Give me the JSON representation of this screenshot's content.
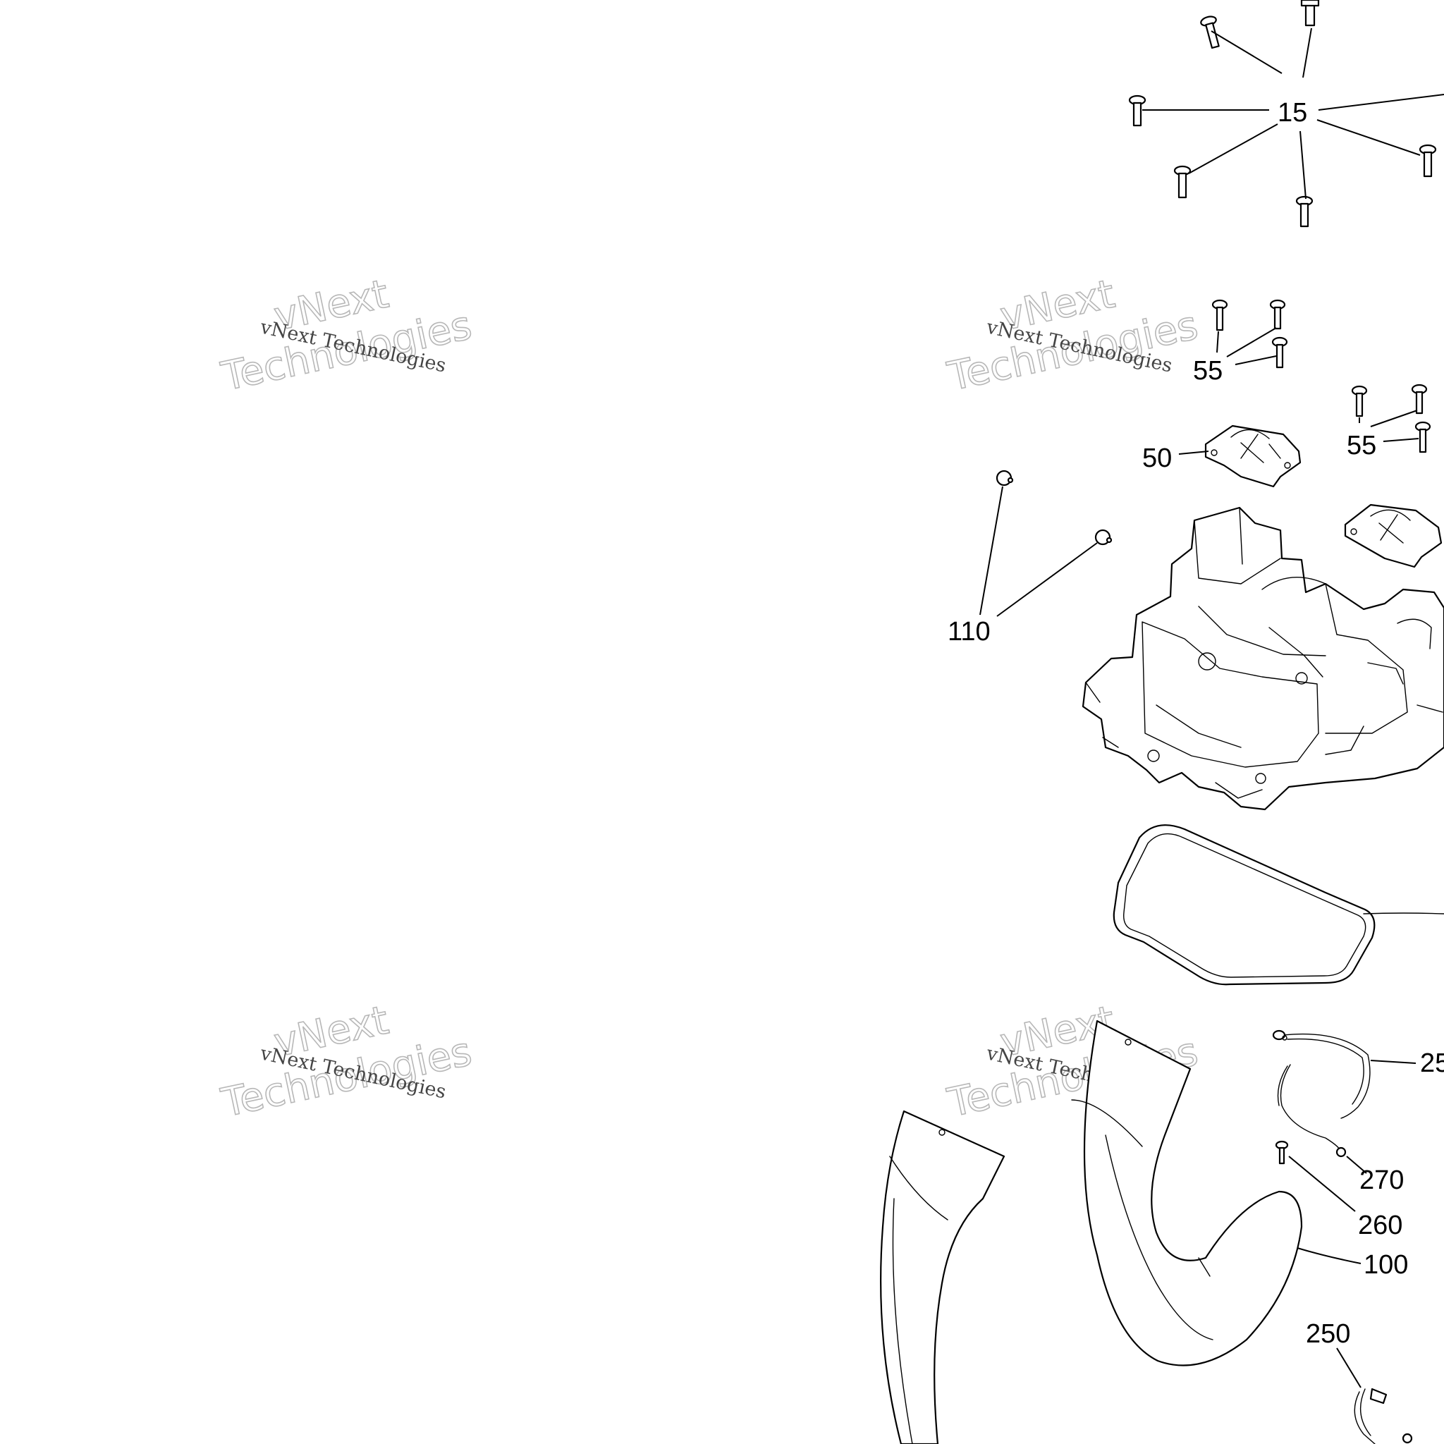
{
  "callouts": {
    "c15": "15",
    "c55a": "55",
    "c55b": "55",
    "c50": "50",
    "c110": "110",
    "c25": "25",
    "c270": "270",
    "c260": "260",
    "c100": "100",
    "c250": "250"
  },
  "watermark": {
    "line_small": "vNext Technologies",
    "line_big_1": "vNext",
    "line_big_2": "Technologies"
  }
}
